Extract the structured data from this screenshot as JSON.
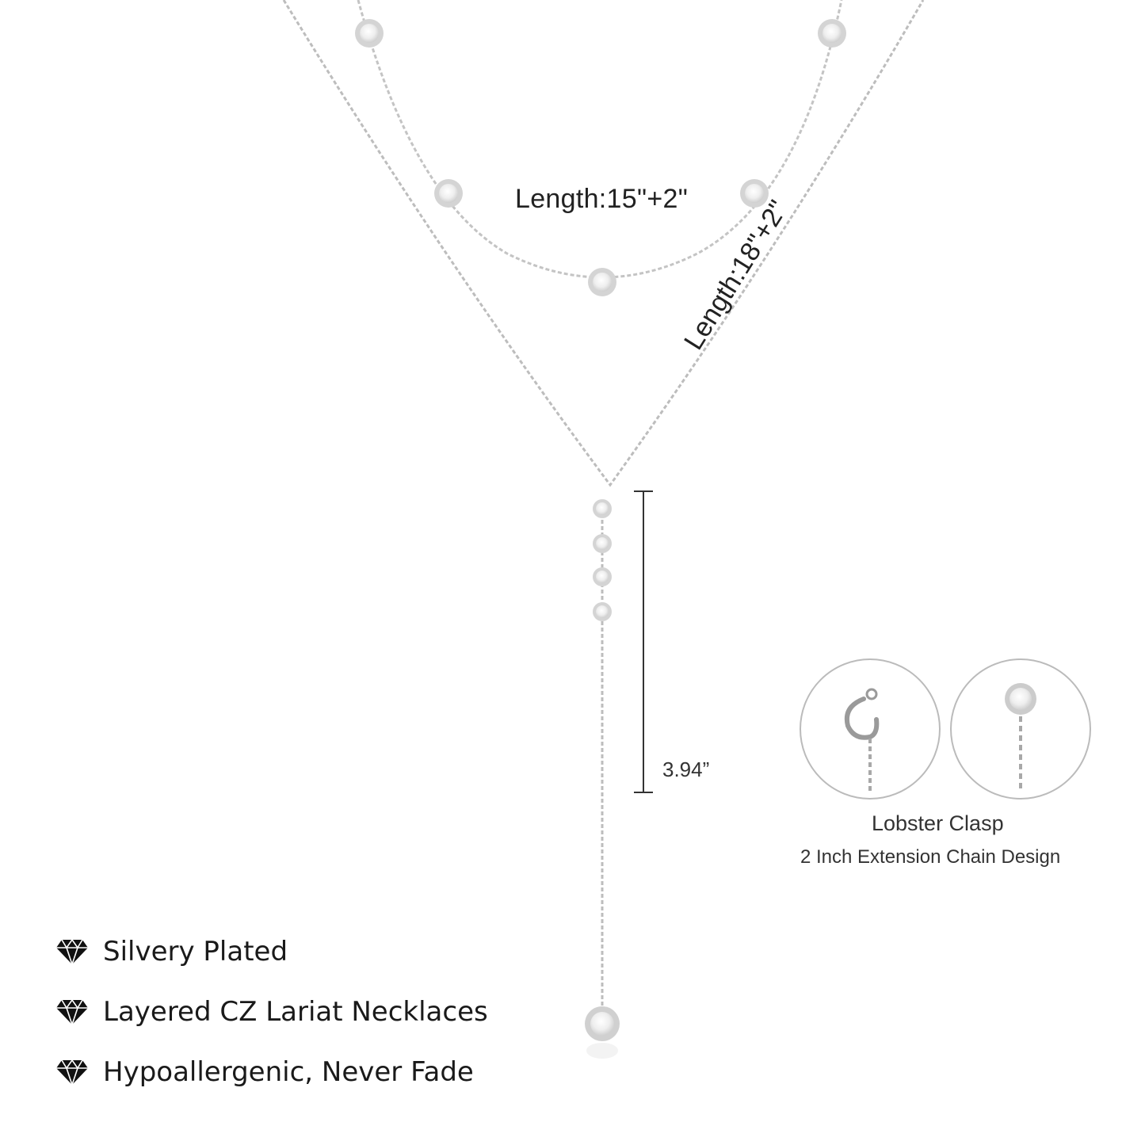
{
  "labels": {
    "inner_length": "Length:15\"+2\"",
    "outer_length": "Length:18\"+2\"",
    "drop_length": "3.94”"
  },
  "clasp": {
    "title": "Lobster Clasp",
    "subtitle": "2 Inch Extension Chain Design"
  },
  "features": [
    {
      "icon": "diamond-icon",
      "text": "Silvery Plated"
    },
    {
      "icon": "diamond-icon",
      "text": "Layered CZ Lariat Necklaces"
    },
    {
      "icon": "diamond-icon",
      "text": "Hypoallergenic, Never Fade"
    }
  ],
  "colors": {
    "chain": "#b8b8b8",
    "bezel": "#c4c4c4",
    "stone": "#f2f2f2",
    "text": "#222222",
    "icon": "#111111"
  }
}
